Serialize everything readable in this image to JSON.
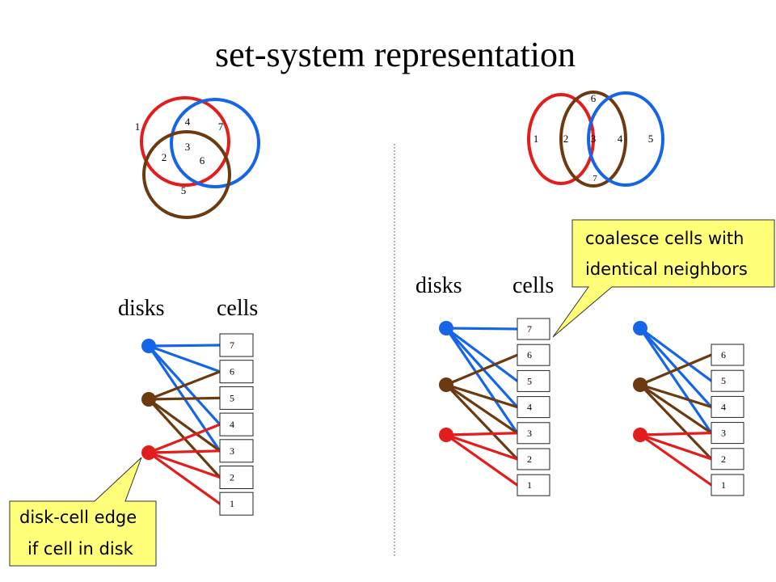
{
  "title": "set-system representation",
  "colors": {
    "red": "#e31c1c",
    "blue": "#1565e8",
    "brown": "#6b3a10",
    "callout_fill": "#ffff7a",
    "divider": "#555555"
  },
  "venn_left": {
    "labels": [
      "1",
      "4",
      "7",
      "3",
      "2",
      "6",
      "5"
    ]
  },
  "venn_right": {
    "labels": [
      "6",
      "1",
      "2",
      "3",
      "4",
      "5",
      "7"
    ]
  },
  "graph_left": {
    "header_disks": "disks",
    "header_cells": "cells",
    "cells": [
      "7",
      "6",
      "5",
      "4",
      "3",
      "2",
      "1"
    ],
    "disks": [
      {
        "color_key": "blue",
        "cells": [
          "7",
          "6",
          "4",
          "3"
        ]
      },
      {
        "color_key": "brown",
        "cells": [
          "6",
          "5",
          "3",
          "2"
        ]
      },
      {
        "color_key": "red",
        "cells": [
          "4",
          "3",
          "2",
          "1"
        ]
      }
    ]
  },
  "graph_middle": {
    "header_disks": "disks",
    "header_cells": "cells",
    "cells": [
      "7",
      "6",
      "5",
      "4",
      "3",
      "2",
      "1"
    ],
    "disks": [
      {
        "color_key": "blue",
        "cells": [
          "7",
          "5",
          "4",
          "3"
        ]
      },
      {
        "color_key": "brown",
        "cells": [
          "6",
          "4",
          "3",
          "2"
        ]
      },
      {
        "color_key": "red",
        "cells": [
          "3",
          "2",
          "1"
        ]
      }
    ]
  },
  "graph_right": {
    "cells": [
      "6",
      "5",
      "4",
      "3",
      "2",
      "1"
    ],
    "disks": [
      {
        "color_key": "blue",
        "cells": [
          "5",
          "4",
          "3"
        ]
      },
      {
        "color_key": "brown",
        "cells": [
          "6",
          "4",
          "3",
          "2"
        ]
      },
      {
        "color_key": "red",
        "cells": [
          "3",
          "2",
          "1"
        ]
      }
    ]
  },
  "callout_edge": {
    "line1": "disk-cell edge",
    "line2": "if cell in disk"
  },
  "callout_coalesce": {
    "line1": "coalesce cells with",
    "line2": "identical neighbors"
  }
}
